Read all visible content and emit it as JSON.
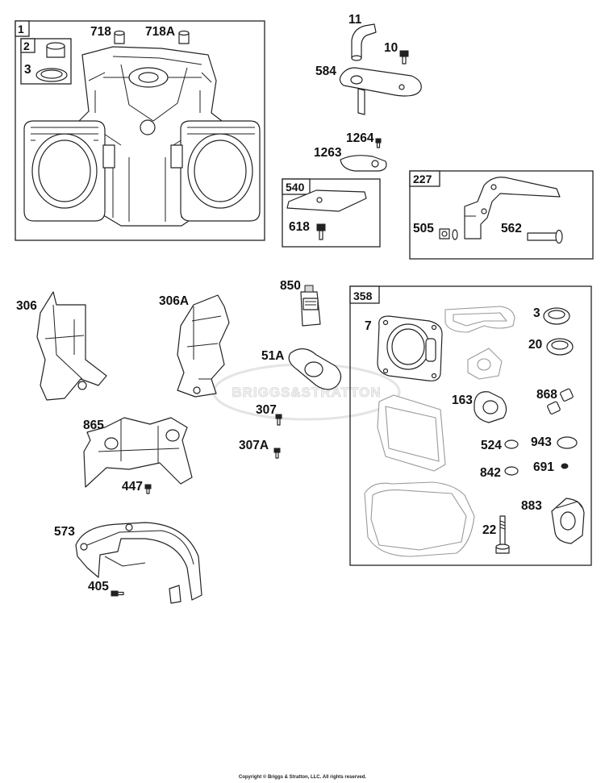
{
  "watermark": "BRIGGS&STRATTON",
  "copyright": "Copyright © Briggs & Stratton, LLC. All rights reserved.",
  "boxes": {
    "box1": "1",
    "box2": "2",
    "box540": "540",
    "box227": "227",
    "box358": "358"
  },
  "parts": {
    "p718": "718",
    "p718a": "718A",
    "p3a": "3",
    "p11": "11",
    "p10": "10",
    "p584": "584",
    "p1264": "1264",
    "p1263": "1263",
    "p618": "618",
    "p505": "505",
    "p562": "562",
    "p306": "306",
    "p306a": "306A",
    "p850": "850",
    "p51a": "51A",
    "p307": "307",
    "p307a": "307A",
    "p865": "865",
    "p447": "447",
    "p573": "573",
    "p405": "405",
    "p7": "7",
    "p3b": "3",
    "p20": "20",
    "p163": "163",
    "p868": "868",
    "p524": "524",
    "p943": "943",
    "p842": "842",
    "p691": "691",
    "p883": "883",
    "p22": "22"
  }
}
